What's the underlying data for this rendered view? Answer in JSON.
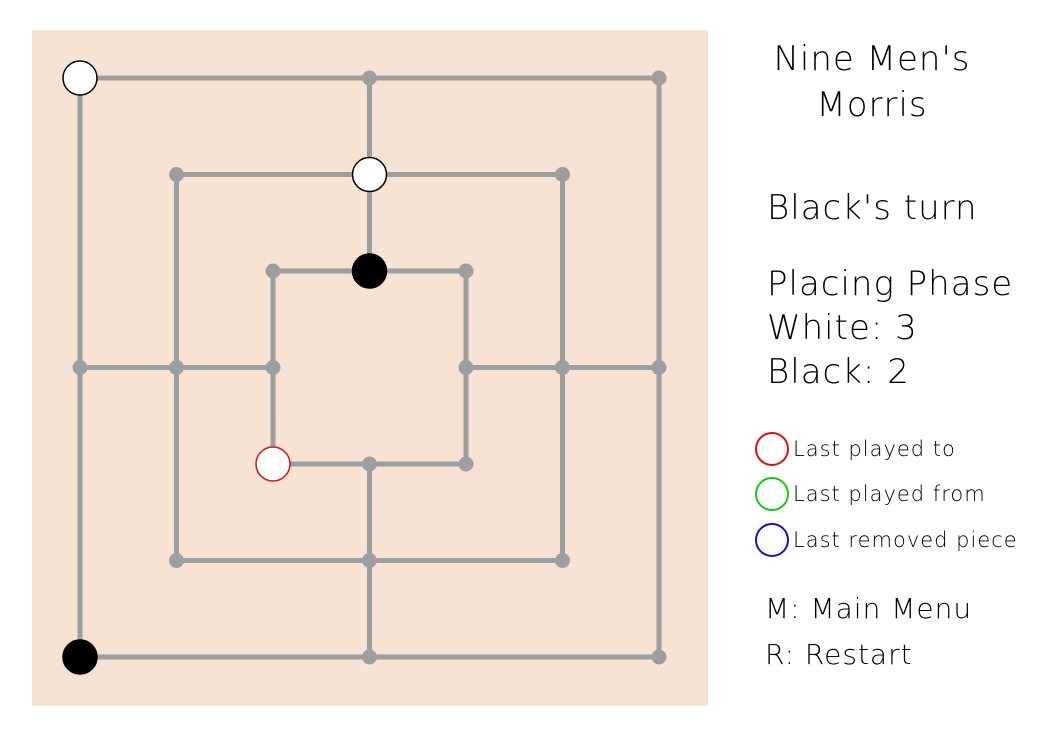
{
  "game": {
    "title_line1": "Nine Men's",
    "title_line2": "Morris",
    "turn_text": "Black's turn",
    "phase_text": "Placing Phase",
    "white_label": "White: 3",
    "black_label": "Black: 2"
  },
  "legend": [
    {
      "label": "Last played to",
      "color": "#e01010"
    },
    {
      "label": "Last played from",
      "color": "#10d010"
    },
    {
      "label": "Last removed piece",
      "color": "#1010e0"
    }
  ],
  "controls": [
    {
      "label": "M: Main Menu"
    },
    {
      "label": "R: Restart"
    }
  ],
  "colors": {
    "board_bg": "#f6e3d3",
    "line": "#9e9e9e",
    "white_piece": "#ffffff",
    "black_piece": "#000000",
    "last_played_to": "#e01010"
  },
  "pieces": [
    {
      "point": "a7",
      "color": "white"
    },
    {
      "point": "d6",
      "color": "white"
    },
    {
      "point": "d5",
      "color": "black"
    },
    {
      "point": "c3",
      "color": "white",
      "marker": "last_played_to"
    },
    {
      "point": "a1",
      "color": "black"
    }
  ]
}
